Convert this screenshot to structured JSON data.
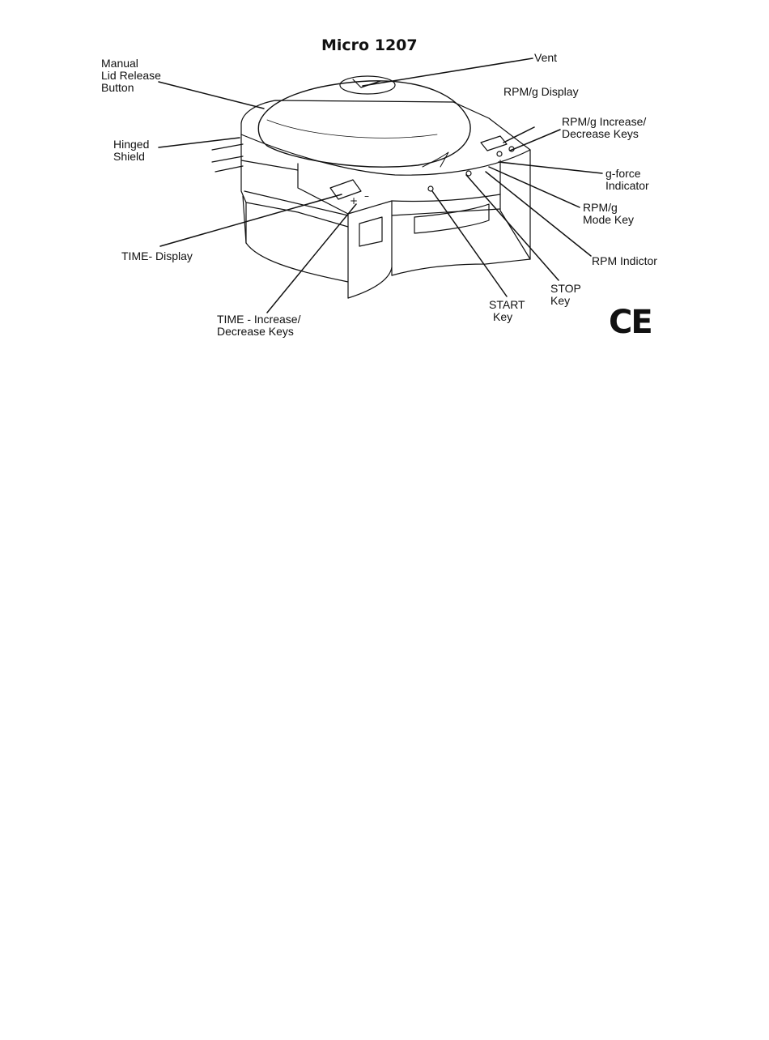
{
  "title": "Micro 1207",
  "callouts": {
    "vent": [
      "Vent"
    ],
    "manual_lid_release": [
      "Manual",
      "Lid Release",
      "Button"
    ],
    "hinged_shield": [
      "Hinged",
      "Shield"
    ],
    "rpm_display": [
      "RPM/g Display"
    ],
    "rpm_increase_decrease": [
      "RPM/g Increase/",
      "Decrease Keys"
    ],
    "g_force_indicator": [
      "g-force",
      "Indicator"
    ],
    "rpm_mode_key": [
      "RPM/g",
      "Mode Key"
    ],
    "rpm_indicator": [
      "RPM Indictor"
    ],
    "time_display": [
      "TIME- Display"
    ],
    "time_increase_decrease": [
      "TIME - Increase/",
      "Decrease Keys"
    ],
    "start_key": [
      "START",
      "Key"
    ],
    "stop_key": [
      "STOP",
      "Key"
    ]
  },
  "panel_marks": {
    "time_plus": "+",
    "time_minus": "–"
  },
  "mark": "CE",
  "colors": {
    "ink": "#111111",
    "paper": "#ffffff"
  }
}
